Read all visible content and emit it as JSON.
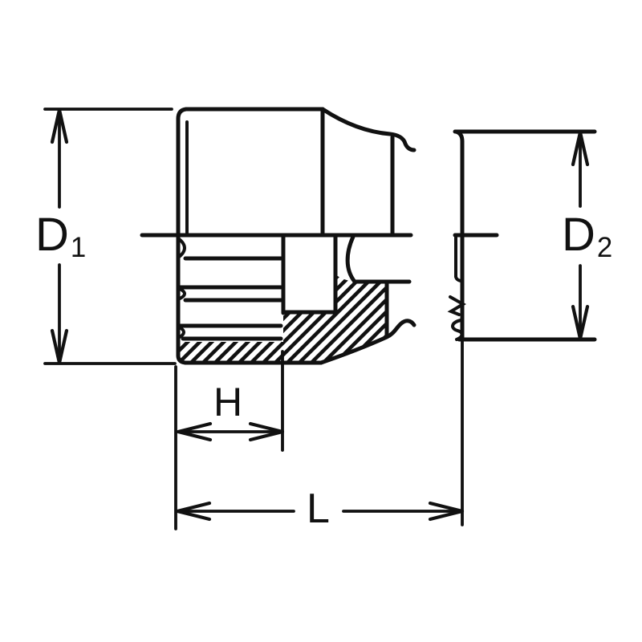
{
  "diagram": {
    "type": "technical-dimension-drawing",
    "subject": "socket half-section side view with dimension callouts",
    "labels": {
      "d1": {
        "base": "D",
        "sub": "1"
      },
      "d2": {
        "base": "D",
        "sub": "2"
      },
      "h": "H",
      "l": "L"
    },
    "colors": {
      "line": "#111111",
      "background": "#ffffff"
    }
  }
}
